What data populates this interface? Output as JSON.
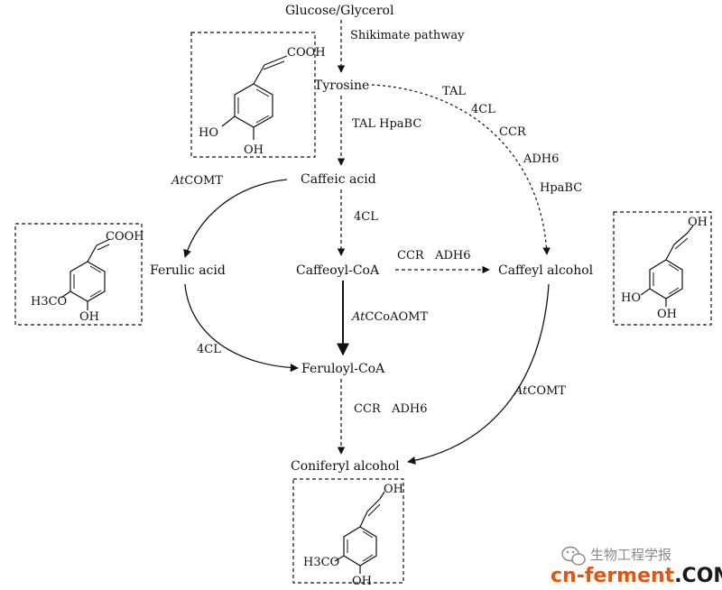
{
  "nodes": {
    "glucose": "Glucose/Glycerol",
    "tyrosine": "Tyrosine",
    "caffeic_acid": "Caffeic acid",
    "ferulic_acid": "Ferulic acid",
    "caffeoyl_coa": "Caffeoyl-CoA",
    "caffeyl_alcohol": "Caffeyl alcohol",
    "feruloyl_coa": "Feruloyl-CoA",
    "coniferyl_alcohol": "Coniferyl alcohol"
  },
  "enzymes": {
    "shikimate": "Shikimate pathway",
    "tal_hpabc": "TAL  HpaBC",
    "atcomt_left_prefix": "At",
    "atcomt_left_suffix": "COMT",
    "fourcl_mid": "4CL",
    "ccr_adh6_mid": "CCR   ADH6",
    "atccoaomt_prefix": "At",
    "atccoaomt_suffix": "CCoAOMT",
    "fourcl_left": "4CL",
    "ccr_adh6_low": "CCR   ADH6",
    "atcomt_right_prefix": "At",
    "atcomt_right_suffix": "COMT",
    "tal_r": "TAL",
    "fourcl_r": "4CL",
    "ccr_r": "CCR",
    "adh6_r": "ADH6",
    "hpabc_r": "HpaBC"
  },
  "structures": {
    "caffeic": {
      "cooh": "COOH",
      "oh1": "HO",
      "oh2": "OH"
    },
    "ferulic": {
      "cooh": "COOH",
      "h3co": "H3CO",
      "oh": "OH"
    },
    "caffeyl": {
      "oh_top": "OH",
      "oh1": "HO",
      "oh2": "OH"
    },
    "coniferyl": {
      "oh_top": "OH",
      "h3co": "H3CO",
      "oh": "OH"
    }
  },
  "watermark": {
    "wechat_text": "生物工程学报",
    "site": "cn-ferment",
    "tld": ".COM"
  }
}
